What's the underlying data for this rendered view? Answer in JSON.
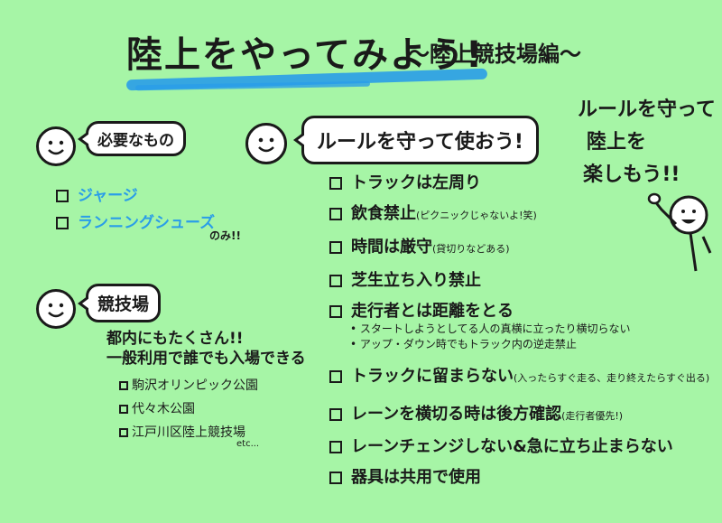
{
  "title": {
    "main": "陸上をやってみよう!",
    "sub": "〜陸上競技場編〜"
  },
  "needs": {
    "heading": "必要なもの",
    "items": [
      "ジャージ",
      "ランニングシューズ"
    ],
    "note": "のみ!!"
  },
  "stadium": {
    "heading": "競技場",
    "lines": [
      "都内にもたくさん!!",
      "一般利用で誰でも入場できる"
    ],
    "places": [
      "駒沢オリンピック公園",
      "代々木公園",
      "江戸川区陸上競技場"
    ],
    "etc": "etc..."
  },
  "rules": {
    "heading": "ルールを守って使おう!",
    "items": [
      {
        "text": "トラックは左周り",
        "note": ""
      },
      {
        "text": "飲食禁止",
        "note": "(ピクニックじゃないよ!笑)"
      },
      {
        "text": "時間は厳守",
        "note": "(貸切りなどある)"
      },
      {
        "text": "芝生立ち入り禁止",
        "note": ""
      },
      {
        "text": "走行者とは距離をとる",
        "note": ""
      },
      {
        "text": "トラックに留まらない",
        "note": "(入ったらすぐ走る、走り終えたらすぐ出る)"
      },
      {
        "text": "レーンを横切る時は後方確認",
        "note": "(走行者優先!)"
      },
      {
        "text": "レーンチェンジしない&急に立ち止まらない",
        "note": ""
      },
      {
        "text": "器具は共用で使用",
        "note": ""
      }
    ],
    "sub_bullets": [
      "スタートしようとしてる人の真横に立ったり横切らない",
      "アップ・ダウン時でもトラック内の逆走禁止"
    ]
  },
  "slogan": {
    "lines": [
      "ルールを守って",
      "陸上を",
      "楽しもう!!"
    ]
  },
  "colors": {
    "background": "#a6f5a6",
    "accent": "#2a9de8"
  }
}
